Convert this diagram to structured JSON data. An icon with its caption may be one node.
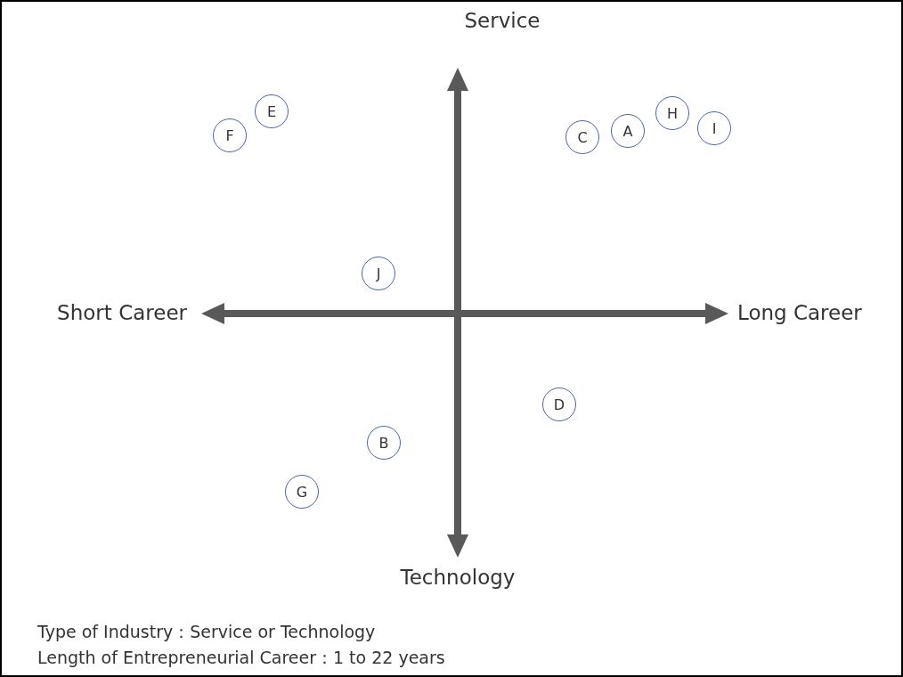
{
  "diagram": {
    "nodes": [
      {
        "text": [
          "F"
        ]
      },
      {
        "text": [
          "E"
        ]
      },
      {
        "text": [
          "C"
        ]
      },
      {
        "text": [
          "A"
        ]
      },
      {
        "text": [
          "H"
        ]
      },
      {
        "text": [
          "I"
        ]
      },
      {
        "text": [
          "J"
        ]
      },
      {
        "text": [
          "D"
        ]
      },
      {
        "text": [
          "B"
        ]
      },
      {
        "text": [
          "G"
        ]
      }
    ],
    "labels": [
      "Service",
      "Short Career",
      "Long Career",
      "Technology",
      "Type of Industry：Service or Technology",
      "Length of Entrepreneurial Career：1 to 22 years"
    ]
  }
}
